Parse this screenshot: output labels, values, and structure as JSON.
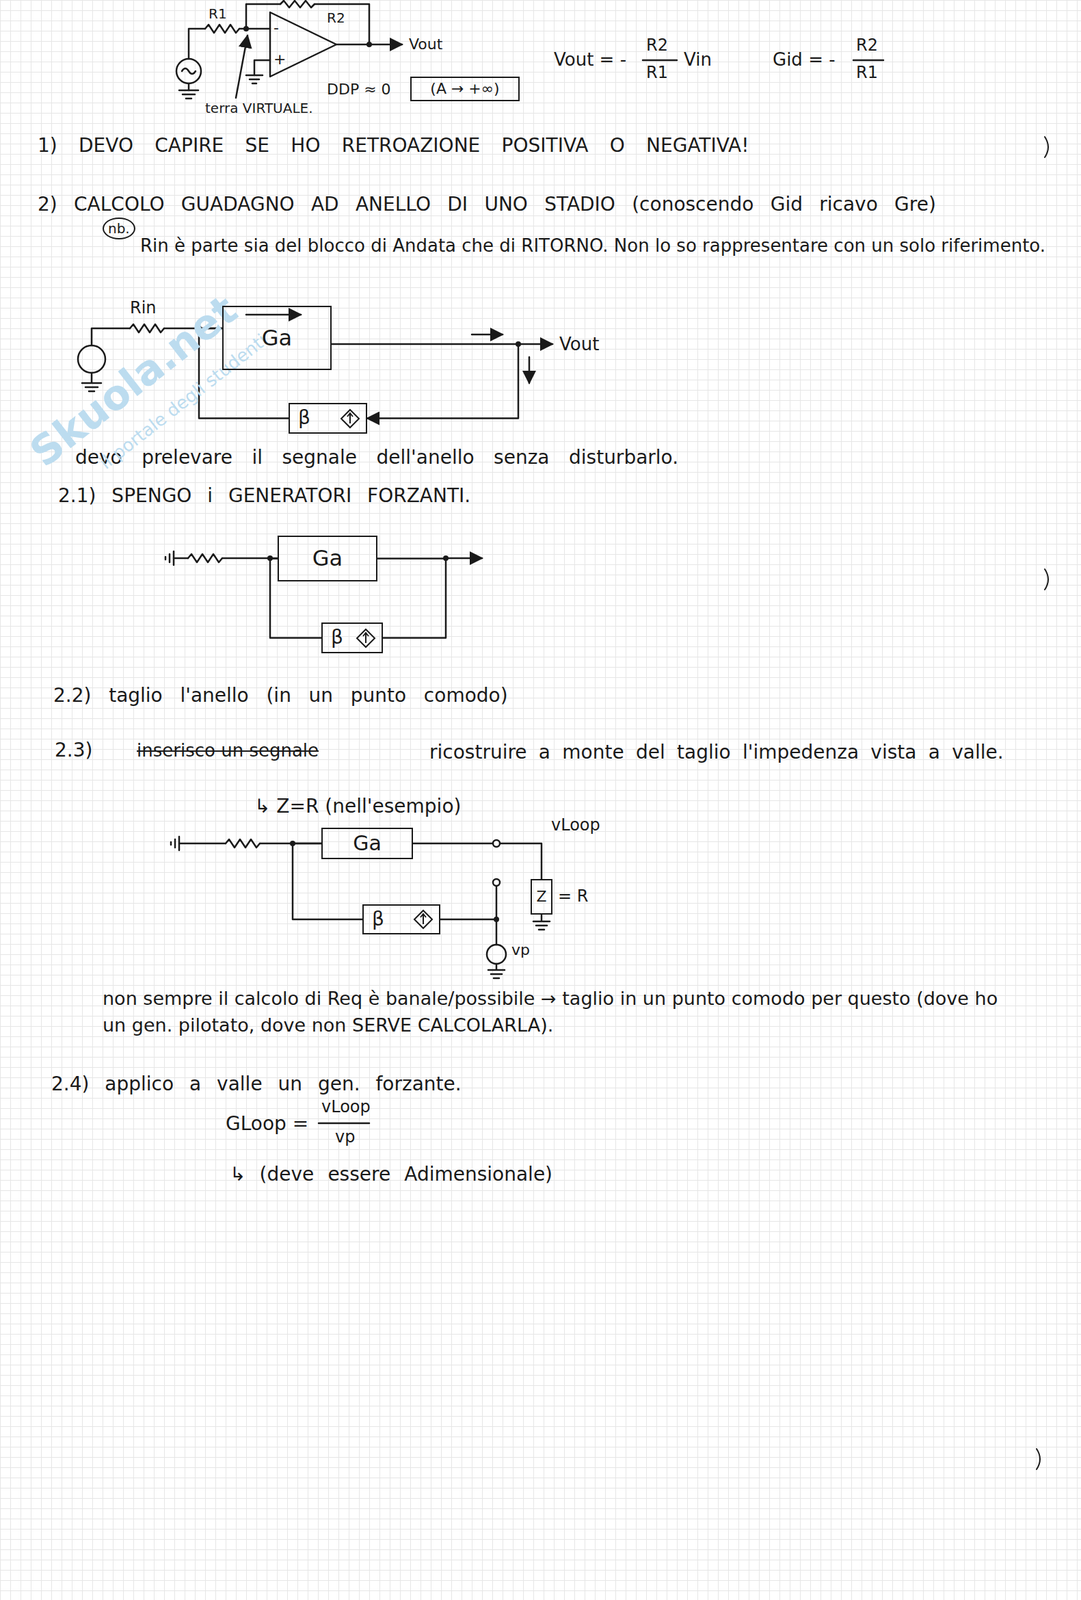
{
  "diagram": {
    "nodes": [
      {
        "text": [
          "(A → +∞)"
        ]
      },
      {
        "text": [
          "Ga"
        ]
      },
      {
        "text": [
          "β"
        ]
      },
      {
        "text": [
          "Ga"
        ]
      },
      {
        "text": [
          "β"
        ]
      },
      {
        "text": [
          "Ga"
        ]
      },
      {
        "text": [
          "Z"
        ]
      },
      {
        "text": [
          "β"
        ]
      }
    ],
    "edges": [
      {
        "from": 1,
        "to": 2,
        "arrow": "to"
      },
      {
        "from": 2,
        "to": 1,
        "arrow": "none"
      },
      {
        "from": 3,
        "to": 4,
        "arrow": "none"
      },
      {
        "from": 4,
        "to": 3,
        "arrow": "none"
      },
      {
        "from": 5,
        "to": 6,
        "arrow": "none"
      },
      {
        "from": 7,
        "to": 5,
        "arrow": "none"
      }
    ],
    "labels": [
      "R2",
      "R1",
      "-",
      "+",
      "Vout",
      "DDP ≈ 0",
      "terra VIRTUALE.",
      "Vout = -",
      "R2",
      "R1",
      "Vin",
      "Gid = -",
      "R2",
      "R1",
      "1) DEVO CAPIRE SE HO RETROAZIONE POSITIVA O NEGATIVA!",
      "2) CALCOLO GUADAGNO AD ANELLO DI UNO STADIO (conoscendo Gid ricavo Gre)",
      "nb.",
      "Rin è parte sia del blocco di Andata che di RITORNO. Non lo so rappresentare con un solo riferimento.",
      "Rin",
      "Vout",
      "devo prelevare il segnale dell'anello senza disturbarlo.",
      "2.1) SPENGO i GENERATORI FORZANTI.",
      "2.2) taglio l'anello (in un punto comodo)",
      "2.3)",
      "inserisco un segnale",
      "ricostruire a monte del taglio l'impedenza vista a valle.",
      "↳ Z=R (nell'esempio)",
      "vLoop",
      "= R",
      "vp",
      "non sempre il calcolo di Req è banale/possibile → taglio in un punto comodo per questo (dove ho un gen. pilotato, dove non SERVE CALCOLARLA).",
      "2.4) applico a valle un gen. forzante.",
      "GLoop =",
      "vLoop",
      "vp",
      "↳ (deve essere Adimensionale)",
      "Skuola.net",
      "il portale degli studenti"
    ]
  }
}
